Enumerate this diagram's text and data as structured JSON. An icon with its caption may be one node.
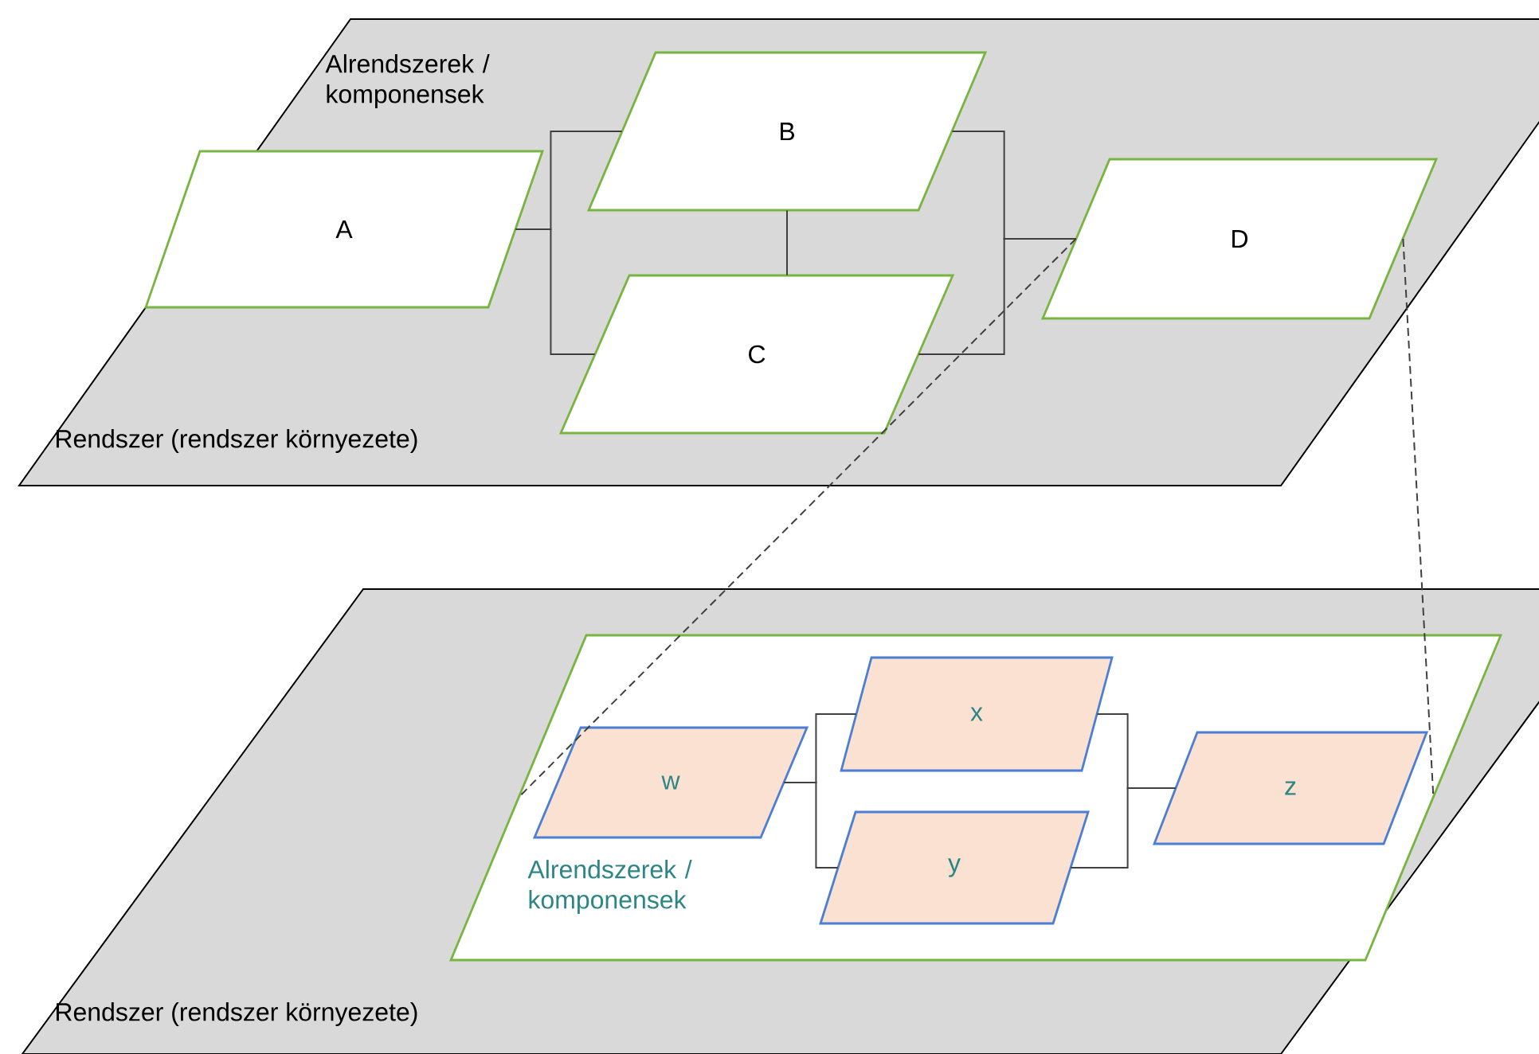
{
  "diagram": {
    "nodes": [
      {
        "text": [
          "Alrendszerek / komponensek",
          "Rendszer (rendszer környezete)"
        ]
      },
      {
        "text": [
          "A"
        ],
        "in": 0
      },
      {
        "text": [
          "B"
        ],
        "in": 0
      },
      {
        "text": [
          "C"
        ],
        "in": 0
      },
      {
        "text": [
          "D"
        ],
        "in": 0
      },
      {
        "text": [
          "Rendszer (rendszer környezete)"
        ]
      },
      {
        "text": [
          "Alrendszerek / komponensek"
        ],
        "in": 5
      },
      {
        "text": [
          "w"
        ],
        "in": 6
      },
      {
        "text": [
          "x"
        ],
        "in": 6
      },
      {
        "text": [
          "y"
        ],
        "in": 6
      },
      {
        "text": [
          "z"
        ],
        "in": 6
      }
    ],
    "edges": [
      {
        "from": 1,
        "to": 2,
        "arrow": "none"
      },
      {
        "from": 1,
        "to": 3,
        "arrow": "none"
      },
      {
        "from": 2,
        "to": 3,
        "arrow": "none"
      },
      {
        "from": 2,
        "to": 4,
        "arrow": "none"
      },
      {
        "from": 3,
        "to": 4,
        "arrow": "none"
      },
      {
        "from": 4,
        "to": 6,
        "arrow": "none",
        "style": "dashed"
      },
      {
        "from": 4,
        "to": 6,
        "arrow": "none",
        "style": "dashed"
      },
      {
        "from": 7,
        "to": 8,
        "arrow": "none"
      },
      {
        "from": 7,
        "to": 9,
        "arrow": "none"
      },
      {
        "from": 8,
        "to": 10,
        "arrow": "none"
      },
      {
        "from": 9,
        "to": 10,
        "arrow": "none"
      }
    ]
  }
}
